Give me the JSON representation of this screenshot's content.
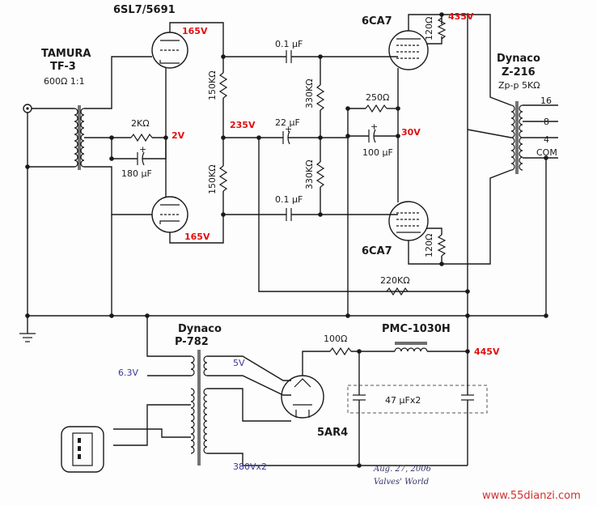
{
  "tubes": {
    "driver": "6SL7/5691",
    "output_top": "6CA7",
    "output_bottom": "6CA7",
    "rectifier": "5AR4"
  },
  "transformers": {
    "input": {
      "brand": "TAMURA",
      "model": "TF-3",
      "spec": "600Ω 1:1"
    },
    "output": {
      "brand": "Dynaco",
      "model": "Z-216",
      "spec": "Zp-p 5KΩ",
      "taps": [
        "16",
        "8",
        "4",
        "COM"
      ]
    },
    "power": {
      "brand": "Dynaco",
      "model": "P-782",
      "heater": "6.3V",
      "rect_heater": "5V",
      "hv": "380Vx2"
    }
  },
  "choke": "PMC-1030H",
  "components": {
    "r_2k": "2KΩ",
    "c_180u": "180 μF",
    "r_150k_top": "150KΩ",
    "r_150k_bottom": "150KΩ",
    "c_01_top": "0.1 μF",
    "c_01_bottom": "0.1 μF",
    "r_330k_top": "330KΩ",
    "r_330k_bottom": "330KΩ",
    "c_22u": "22 μF",
    "r_250": "250Ω",
    "c_100u": "100 μF",
    "r_120_top": "120Ω",
    "r_120_bottom": "120Ω",
    "r_220k": "220KΩ",
    "r_100": "100Ω",
    "c_47u": "47 μFx2"
  },
  "voltages": {
    "driver_plate_top": "165V",
    "driver_plate_bottom": "165V",
    "driver_cathode": "2V",
    "driver_supply": "235V",
    "output_plate": "435V",
    "output_cathode": "30V",
    "b_plus": "445V"
  },
  "signature": {
    "date": "Aug. 27, 2006",
    "author": "Valves' World"
  },
  "watermark": "www.55dianzi.com"
}
